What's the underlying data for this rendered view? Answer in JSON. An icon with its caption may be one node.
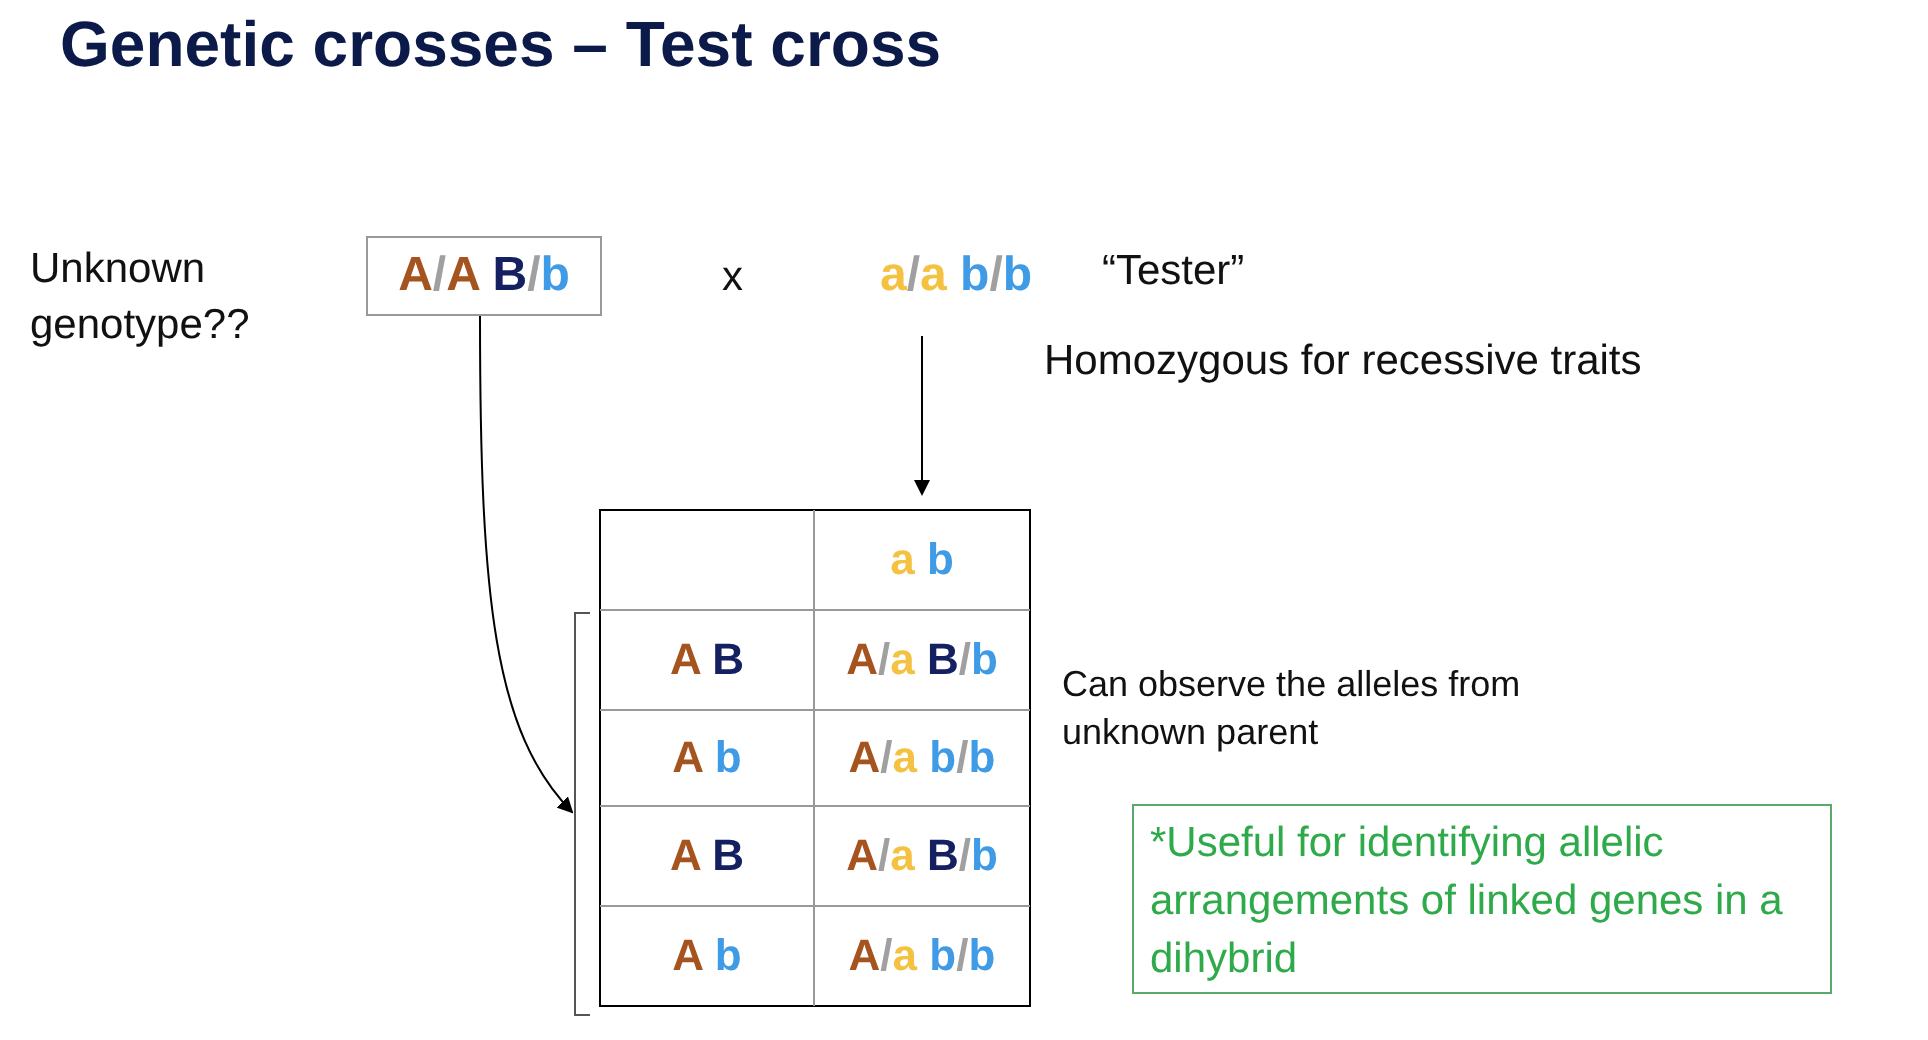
{
  "diagram": {
    "title": "Genetic crosses – Test cross",
    "nodes": [
      {
        "text": [
          "A/A B/b"
        ],
        "beside": [
          "Unknown genotype??"
        ]
      },
      {
        "text": [
          "a/a b/b"
        ],
        "beside": [
          "“Tester”",
          "Homozygous for recessive traits"
        ]
      },
      {
        "text": [
          "a b"
        ]
      },
      {
        "text": [],
        "shape": "bracket"
      },
      {
        "text": [
          "*Useful for identifying allelic arrangements of linked genes in a dihybrid"
        ]
      }
    ],
    "edges": [
      {
        "from": 0,
        "to": 3,
        "arrow": "to"
      },
      {
        "from": 1,
        "to": 2,
        "arrow": "to"
      }
    ],
    "labels": [
      "x",
      "A B",
      "A/a B/b",
      "A b",
      "A/a b/b",
      "A B",
      "A/a B/b",
      "A b",
      "A/a b/b",
      "Can observe the alleles from unknown parent"
    ]
  }
}
